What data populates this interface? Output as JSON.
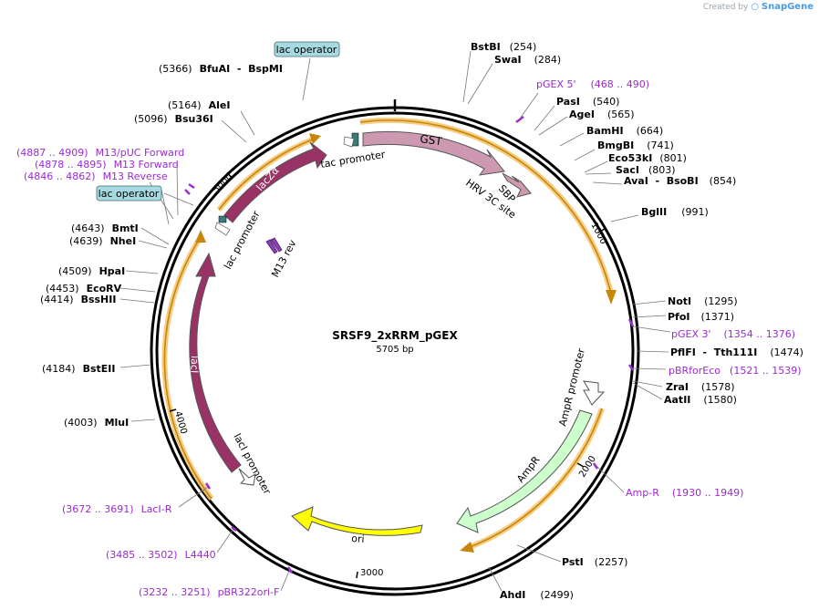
{
  "watermark": {
    "created_by": "Created by",
    "brand": "SnapGene"
  },
  "plasmid": {
    "name": "SRSF9_2xRRM_pGEX",
    "length": "5705 bp",
    "total_bp": 5705
  },
  "ticks": [
    {
      "bp": 1000,
      "label": "1000"
    },
    {
      "bp": 2000,
      "label": "2000"
    },
    {
      "bp": 3000,
      "label": "3000"
    },
    {
      "bp": 4000,
      "label": "4000"
    },
    {
      "bp": 5000,
      "label": "5000"
    }
  ],
  "features": [
    {
      "name": "GST",
      "type": "arrow",
      "color": "#cc99b1"
    },
    {
      "name": "SBP",
      "type": "arrow",
      "color": "#cc99b1"
    },
    {
      "name": "HRV 3C site",
      "type": "site"
    },
    {
      "name": "tac promoter",
      "type": "promoter"
    },
    {
      "name": "AmpR",
      "type": "arrow",
      "color": "#ccffcc"
    },
    {
      "name": "AmpR promoter",
      "type": "promoter"
    },
    {
      "name": "ori",
      "type": "arrow",
      "color": "#ffff00"
    },
    {
      "name": "lacI",
      "type": "arrow",
      "color": "#993366"
    },
    {
      "name": "lacI promoter",
      "type": "promoter"
    },
    {
      "name": "lac promoter",
      "type": "promoter"
    },
    {
      "name": "lacZα",
      "type": "arrow",
      "color": "#993366"
    },
    {
      "name": "M13 rev",
      "type": "site"
    }
  ],
  "lac_operators": [
    {
      "label": "lac operator"
    },
    {
      "label": "lac operator"
    }
  ],
  "enzymes_right": [
    {
      "name": "BstBI",
      "pos": "(254)"
    },
    {
      "name": "SwaI",
      "pos": "(284)"
    },
    {
      "name": "PasI",
      "pos": "(540)"
    },
    {
      "name": "AgeI",
      "pos": "(565)"
    },
    {
      "name": "BamHI",
      "pos": "(664)"
    },
    {
      "name": "BmgBI",
      "pos": "(741)"
    },
    {
      "name": "Eco53kI",
      "pos": "(801)"
    },
    {
      "name": "SacI",
      "pos": "(803)"
    },
    {
      "name": "AvaI  -  BsoBI",
      "pos": "(854)"
    },
    {
      "name": "BglII",
      "pos": "(991)"
    },
    {
      "name": "NotI",
      "pos": "(1295)"
    },
    {
      "name": "PfoI",
      "pos": "(1371)"
    },
    {
      "name": "PflFI  -  Tth111I",
      "pos": "(1474)"
    },
    {
      "name": "ZraI",
      "pos": "(1578)"
    },
    {
      "name": "AatII",
      "pos": "(1580)"
    },
    {
      "name": "PstI",
      "pos": "(2257)"
    },
    {
      "name": "AhdI",
      "pos": "(2499)"
    }
  ],
  "enzymes_left": [
    {
      "name": "BfuAI  -  BspMI",
      "pos": "(5366)"
    },
    {
      "name": "AleI",
      "pos": "(5164)"
    },
    {
      "name": "Bsu36I",
      "pos": "(5096)"
    },
    {
      "name": "BmtI",
      "pos": "(4643)"
    },
    {
      "name": "NheI",
      "pos": "(4639)"
    },
    {
      "name": "HpaI",
      "pos": "(4509)"
    },
    {
      "name": "EcoRV",
      "pos": "(4453)"
    },
    {
      "name": "BssHII",
      "pos": "(4414)"
    },
    {
      "name": "BstEII",
      "pos": "(4184)"
    },
    {
      "name": "MluI",
      "pos": "(4003)"
    }
  ],
  "primers": [
    {
      "name": "pGEX 5'",
      "range": "(468 .. 490)"
    },
    {
      "name": "pGEX 3'",
      "range": "(1354 .. 1376)"
    },
    {
      "name": "pBRforEco",
      "range": "(1521 .. 1539)"
    },
    {
      "name": "Amp-R",
      "range": "(1930 .. 1949)"
    },
    {
      "name": "LacI-R",
      "range": "(3672 .. 3691)"
    },
    {
      "name": "L4440",
      "range": "(3485 .. 3502)"
    },
    {
      "name": "pBR322ori-F",
      "range": "(3232 .. 3251)"
    },
    {
      "name": "M13/pUC Forward",
      "range": "(4887 .. 4909)"
    },
    {
      "name": "M13 Forward",
      "range": "(4878 .. 4895)"
    },
    {
      "name": "M13 Reverse",
      "range": "(4846 .. 4862)"
    }
  ]
}
